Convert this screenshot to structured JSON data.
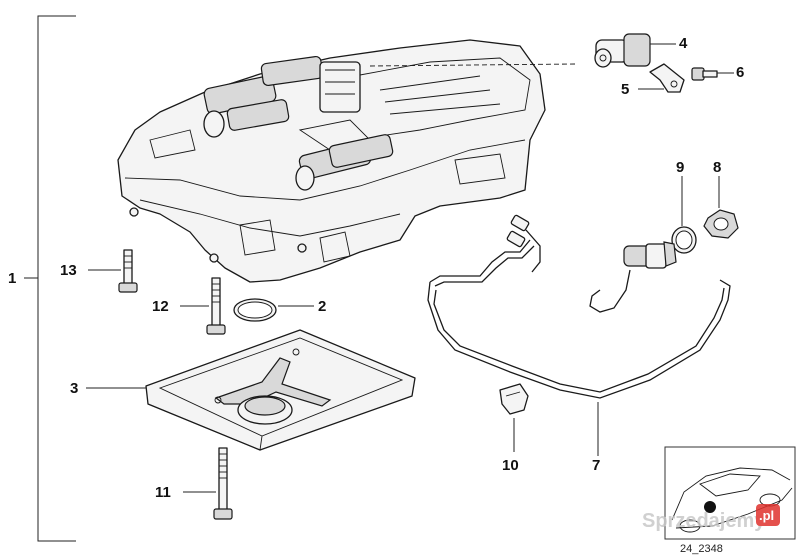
{
  "callouts": {
    "c1": "1",
    "c2": "2",
    "c3": "3",
    "c4": "4",
    "c5": "5",
    "c6": "6",
    "c7": "7",
    "c8": "8",
    "c9": "9",
    "c10": "10",
    "c11": "11",
    "c12": "12",
    "c13": "13"
  },
  "drawing_number": "24_2348",
  "watermark": "Sprzedajemy",
  "watermark_badge": ".pl",
  "colors": {
    "line": "#1a1a1a",
    "watermark_badge": "#e0322d"
  }
}
